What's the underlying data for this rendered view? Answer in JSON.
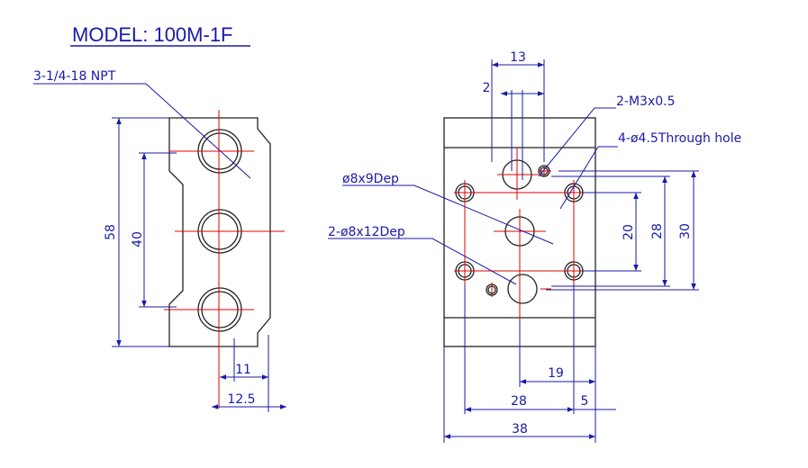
{
  "title": "MODEL: 100M-1F",
  "colors": {
    "outline": "#222222",
    "centerline": "#e00000",
    "dimension": "#1a1aa8"
  },
  "left_view": {
    "port_label": "3-1/4-18 NPT",
    "dims": {
      "height_total": "58",
      "hole_pitch": "40",
      "offset_a": "11",
      "offset_b": "12.5"
    }
  },
  "right_view": {
    "labels": {
      "thread": "2-M3x0.5",
      "through_hole": "4-ø4.5Through hole",
      "dep_a": "ø8x9Dep",
      "dep_b": "2-ø8x12Dep"
    },
    "dims": {
      "top_13": "13",
      "top_2": "2",
      "v_20": "20",
      "v_28": "28",
      "v_30": "30",
      "h_19": "19",
      "h_28": "28",
      "h_5": "5",
      "h_38": "38"
    }
  }
}
